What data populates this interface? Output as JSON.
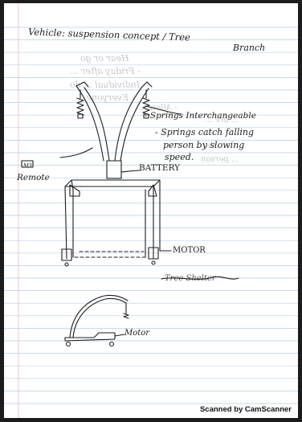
{
  "page": {
    "title": "Vehicle: suspension concept / Tree",
    "title_cont": "Branch",
    "notes": [
      "- Springs Interchangeable",
      "- Springs catch falling",
      "person by slowing",
      "speed."
    ],
    "labels": {
      "battery": "BATTERY",
      "remote": "Remote",
      "remote_box": "M3",
      "motor_top": "MOTOR",
      "motor_bottom": "Motor",
      "crossed_out": "Tree Shelter"
    },
    "show_through": [
      "Hear or go",
      "- Friday after ...",
      "- Individual ... do",
      "- Everyone...",
      "- Allow ...",
      "... are ...",
      "... the ...",
      "... person"
    ],
    "footer": "Scanned by CamScanner"
  },
  "colors": {
    "ink": "#1d1d1d",
    "line_blue": "#b8cde3",
    "margin_red": "#e3a8a8",
    "frame": "#1c1c1c"
  }
}
